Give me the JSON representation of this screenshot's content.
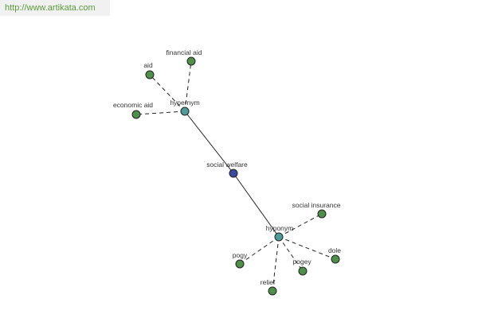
{
  "source": {
    "url": "http://www.artikata.com"
  },
  "colors": {
    "center": "#3b4a9c",
    "relation": "#4f9a9a",
    "leaf": "#4e8f4a",
    "url_text": "#5b9a3b"
  },
  "graph": {
    "center": {
      "id": "social-welfare",
      "label": "social welfare"
    },
    "relations": [
      {
        "id": "hypernym",
        "label": "hypernym",
        "terms": [
          {
            "id": "financial-aid",
            "label": "financial aid"
          },
          {
            "id": "aid",
            "label": "aid"
          },
          {
            "id": "economic-aid",
            "label": "economic aid"
          }
        ]
      },
      {
        "id": "hyponym",
        "label": "hyponym",
        "terms": [
          {
            "id": "social-insurance",
            "label": "social insurance"
          },
          {
            "id": "dole",
            "label": "dole"
          },
          {
            "id": "pogey",
            "label": "pogey"
          },
          {
            "id": "relief",
            "label": "relief"
          },
          {
            "id": "pogy",
            "label": "pogy"
          }
        ]
      }
    ]
  }
}
